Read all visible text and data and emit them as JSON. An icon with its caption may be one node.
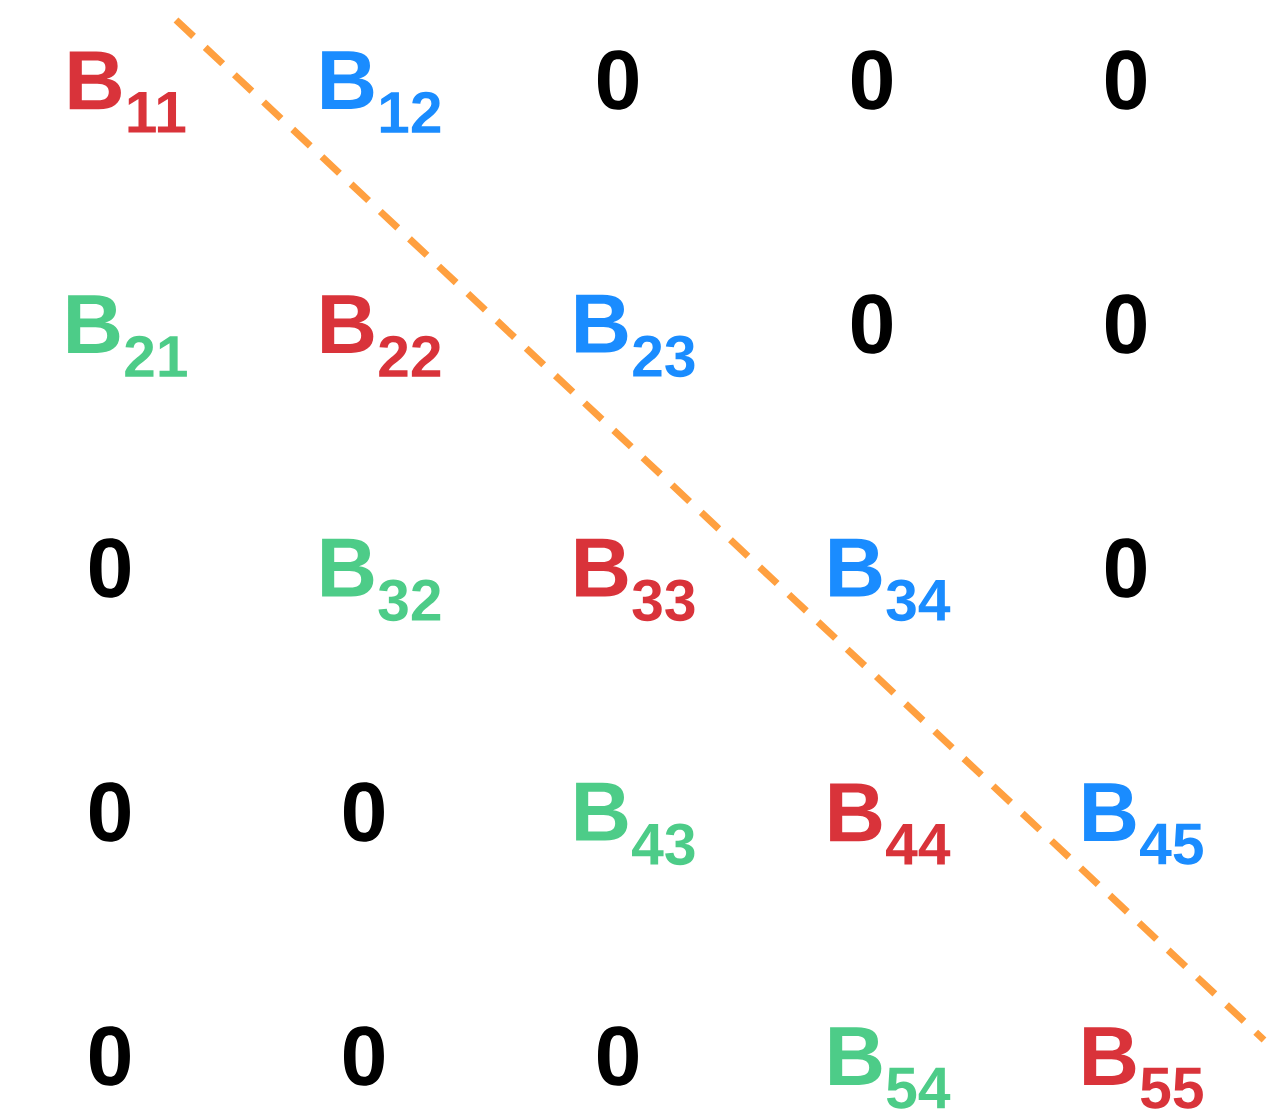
{
  "diagram": {
    "labels": [
      "B$_{11}$",
      "B$_{12}$",
      "0",
      "0",
      "0",
      "B$_{21}$",
      "B$_{22}$",
      "B$_{23}$",
      "0",
      "0",
      "0",
      "B$_{32}$",
      "B$_{33}$",
      "B$_{34}$",
      "0",
      "0",
      "0",
      "B$_{43}$",
      "B$_{44}$",
      "B$_{45}$",
      "0",
      "0",
      "0",
      "B$_{54}$",
      "B$_{55}$"
    ]
  }
}
